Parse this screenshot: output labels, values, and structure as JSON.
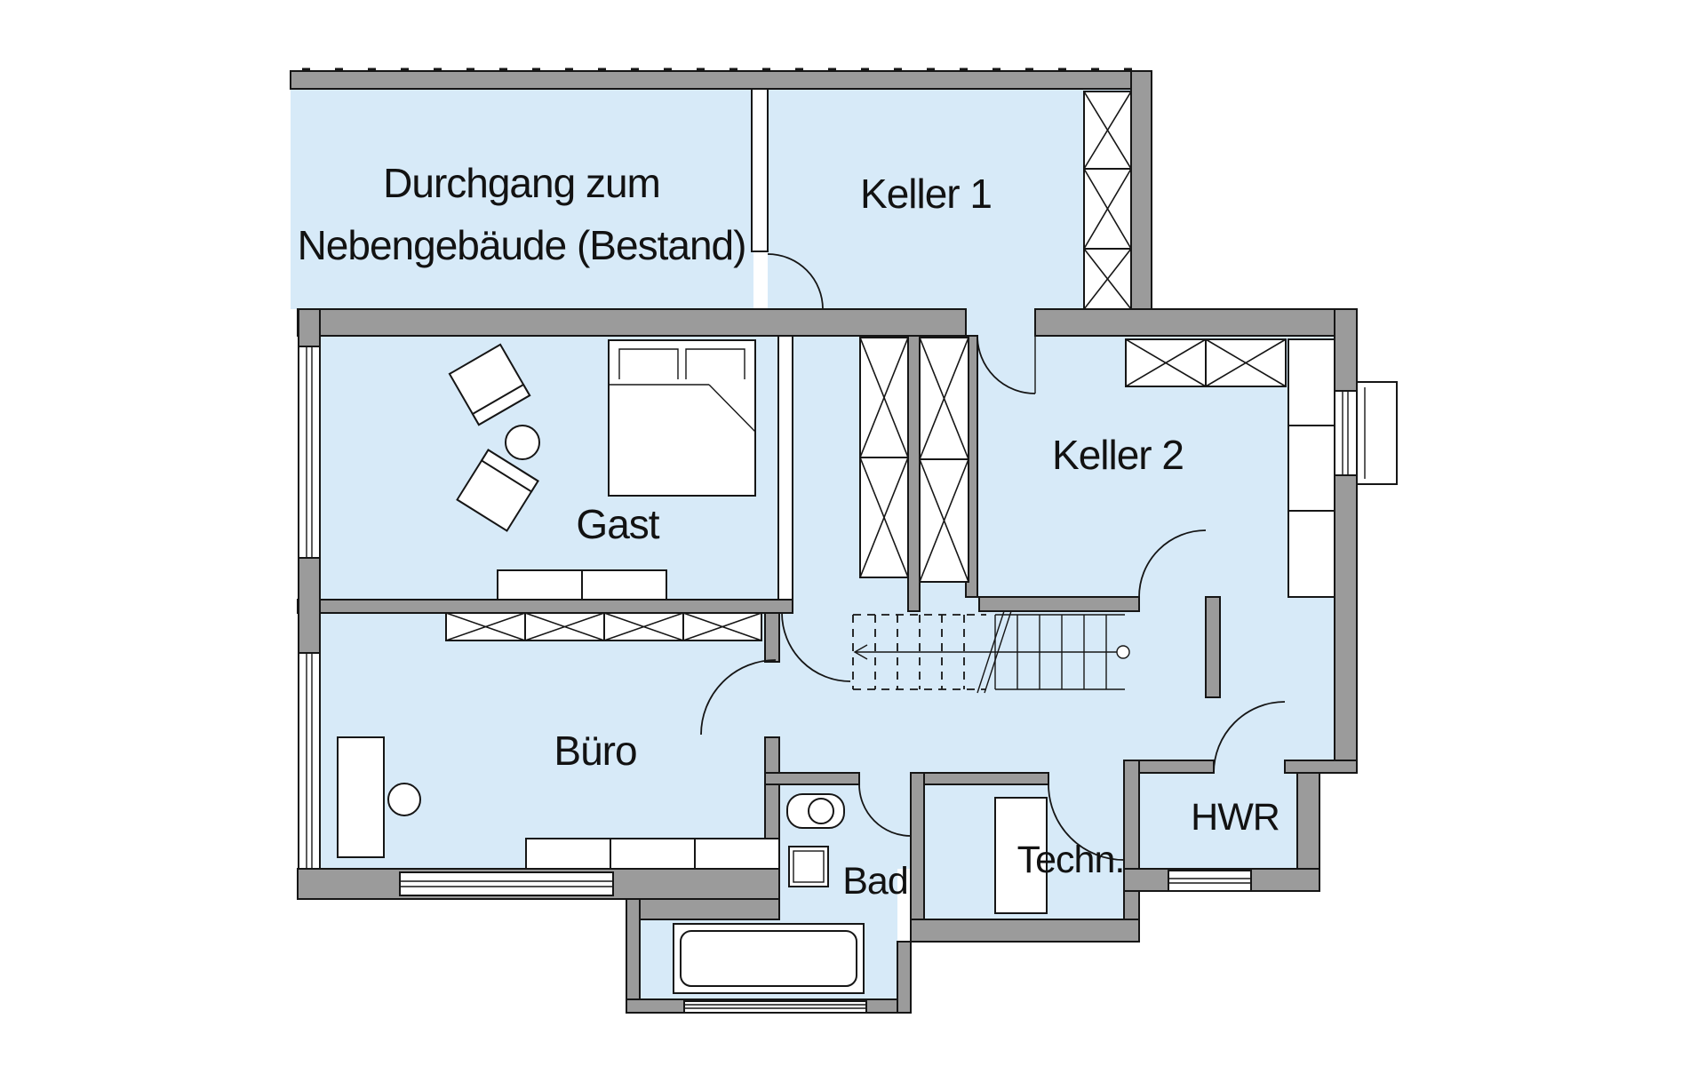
{
  "labels": {
    "durchgang_line1": "Durchgang zum",
    "durchgang_line2": "Nebengebäude (Bestand)",
    "keller1": "Keller 1",
    "keller2": "Keller 2",
    "gast": "Gast",
    "buero": "Büro",
    "bad": "Bad",
    "techn": "Techn.",
    "hwr": "HWR"
  },
  "colors": {
    "room_fill": "#d7eaf8",
    "wall_fill": "#9b9b9b",
    "line": "#161616",
    "background": "#ffffff"
  }
}
